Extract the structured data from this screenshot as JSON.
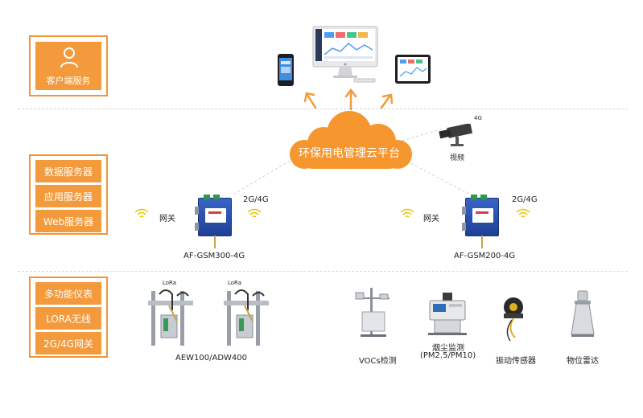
{
  "diagram": {
    "cloud_label": "环保用电管理云平台",
    "left_panels": {
      "client": {
        "label": "客户端服务"
      },
      "servers": [
        "数据服务器",
        "应用服务器",
        "Web服务器"
      ],
      "devices": [
        "多功能仪表",
        "LORA无线",
        "2G/4G网关"
      ]
    },
    "camera": {
      "label": "视频",
      "net": "4G"
    },
    "gateways": [
      {
        "name": "AF-GSM300-4G",
        "net": "2G/4G",
        "link": "网关"
      },
      {
        "name": "AF-GSM200-4G",
        "net": "2G/4G",
        "link": "网关"
      }
    ],
    "meters": {
      "label": "AEW100/ADW400",
      "lora_a": "LoRa",
      "lora_b": "LoRa"
    },
    "sensors": [
      {
        "label": "VOCs检测"
      },
      {
        "label": "烟尘监测",
        "sub": "(PM2.5/PM10)"
      },
      {
        "label": "振动传感器"
      },
      {
        "label": "物位雷达"
      }
    ]
  },
  "colors": {
    "accent": "#f39a3d",
    "cloud": "#f5962f",
    "gateway_blue": "#2a52b8"
  },
  "icons": [
    "user-icon",
    "smartphone-icon",
    "desktop-icon",
    "tablet-icon",
    "camera-icon",
    "wifi-icon",
    "gateway-icon",
    "meter-icon",
    "vocs-icon",
    "dust-monitor-icon",
    "vibration-sensor-icon",
    "radar-icon"
  ]
}
